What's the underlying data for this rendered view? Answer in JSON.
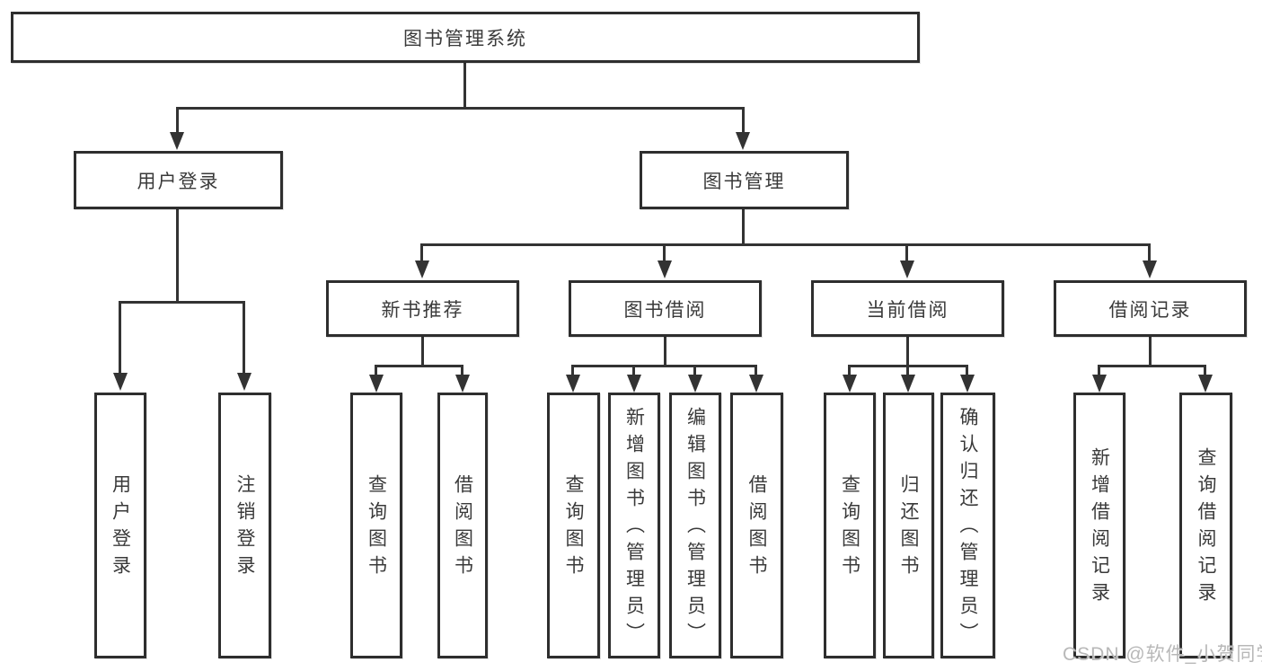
{
  "diagram": {
    "title_node": "图书管理系统",
    "level2": [
      {
        "label": "用户登录"
      },
      {
        "label": "图书管理"
      }
    ],
    "level3": [
      {
        "label": "新书推荐",
        "parent": "图书管理"
      },
      {
        "label": "图书借阅",
        "parent": "图书管理"
      },
      {
        "label": "当前借阅",
        "parent": "图书管理"
      },
      {
        "label": "借阅记录",
        "parent": "图书管理"
      }
    ],
    "level4": [
      {
        "label": "用户登录",
        "parent": "用户登录"
      },
      {
        "label": "注销登录",
        "parent": "用户登录"
      },
      {
        "label": "查询图书",
        "parent": "新书推荐"
      },
      {
        "label": "借阅图书",
        "parent": "新书推荐"
      },
      {
        "label": "查询图书",
        "parent": "图书借阅"
      },
      {
        "label": "新增图书（管理员）",
        "parent": "图书借阅"
      },
      {
        "label": "编辑图书（管理员）",
        "parent": "图书借阅"
      },
      {
        "label": "借阅图书",
        "parent": "图书借阅"
      },
      {
        "label": "查询图书",
        "parent": "当前借阅"
      },
      {
        "label": "归还图书",
        "parent": "当前借阅"
      },
      {
        "label": "确认归还（管理员）",
        "parent": "当前借阅"
      },
      {
        "label": "新增借阅记录",
        "parent": "借阅记录"
      },
      {
        "label": "查询借阅记录",
        "parent": "借阅记录"
      }
    ]
  },
  "watermark": {
    "text": "CSDN @软件_小贺同学"
  },
  "colors": {
    "background": "#ffffff",
    "line": "#333333",
    "box_border": "#2e2e2e",
    "text": "#3a3a3a",
    "watermark": "#b8b8b8"
  }
}
